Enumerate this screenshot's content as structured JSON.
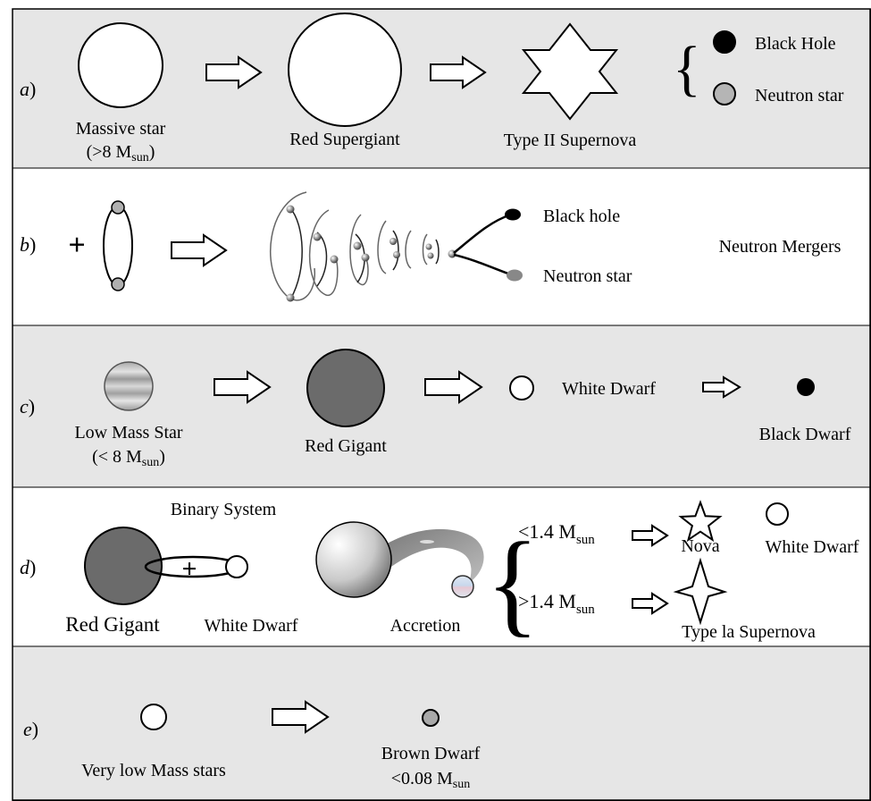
{
  "panels": {
    "a": {
      "label": "a",
      "paren": ")",
      "massive_star": "Massive star",
      "massive_star_mass": "(>8 M",
      "massive_star_sub": "sun",
      "massive_star_close": ")",
      "red_supergiant": "Red Supergiant",
      "supernova": "Type II Supernova",
      "black_hole": "Black Hole",
      "neutron_star": "Neutron star"
    },
    "b": {
      "label": "b",
      "paren": ")",
      "black_hole": "Black hole",
      "neutron_star": "Neutron star",
      "title": "Neutron Mergers"
    },
    "c": {
      "label": "c",
      "paren": ")",
      "low_mass_star": "Low Mass Star",
      "low_mass_range": "(< 8 M",
      "low_mass_sub": "sun",
      "low_mass_close": ")",
      "red_gigant": "Red Gigant",
      "white_dwarf": "White Dwarf",
      "black_dwarf": "Black Dwarf"
    },
    "d": {
      "label": "d",
      "paren": ")",
      "binary_system": "Binary System",
      "red_gigant": "Red Gigant",
      "white_dwarf": "White Dwarf",
      "accretion": "Accretion",
      "lt_limit": "<1.4 M",
      "lt_sub": "sun",
      "gt_limit": ">1.4 M",
      "gt_sub": "sun",
      "nova": "Nova",
      "white_dwarf_result": "White Dwarf",
      "supernova_1a": "Type la Supernova"
    },
    "e": {
      "label": "e",
      "paren": ")",
      "very_low_mass": "Very low Mass stars",
      "brown_dwarf": "Brown Dwarf",
      "brown_dwarf_limit": "<0.08 M",
      "brown_dwarf_sub": "sun"
    }
  },
  "colors": {
    "band_gray": "#e6e6e6",
    "band_white": "#ffffff",
    "red_gigant_fill": "#6b6b6b",
    "neutron_fill": "#b5b5b5",
    "black": "#000000",
    "brown_dwarf_fill": "#a9a9a9"
  }
}
